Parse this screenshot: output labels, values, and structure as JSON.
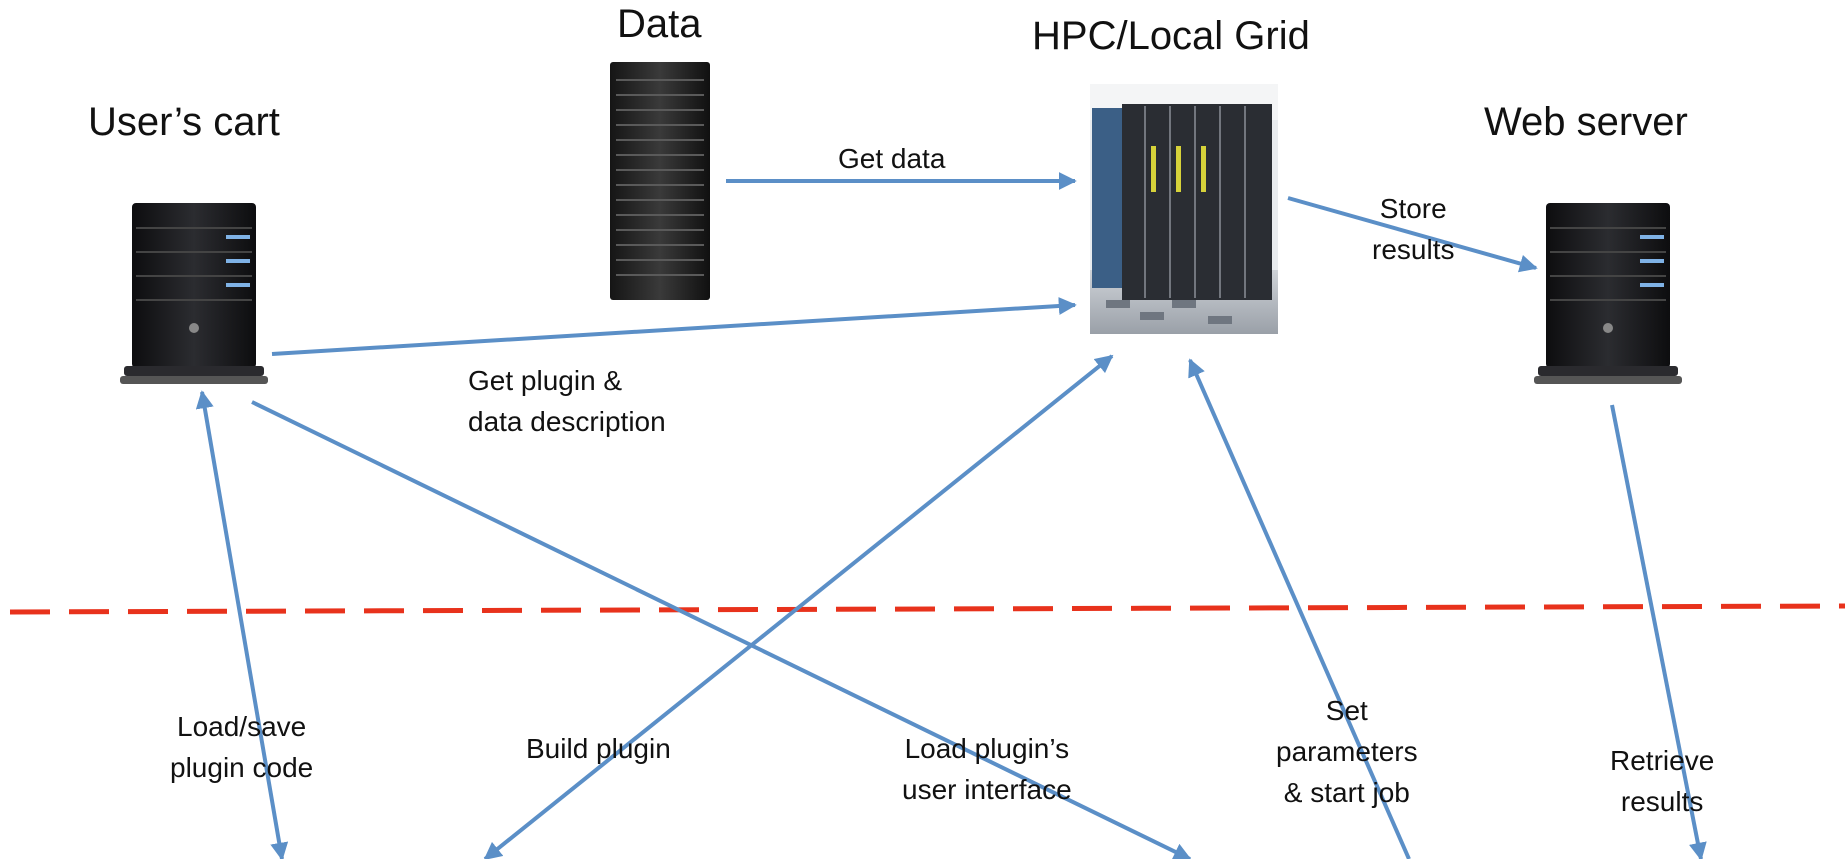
{
  "nodes": {
    "users_cart": {
      "title": "User’s cart",
      "icon": "tower-server-icon"
    },
    "data": {
      "title": "Data",
      "icon": "rack-storage-icon"
    },
    "hpc": {
      "title": "HPC/Local Grid",
      "icon": "server-room-icon"
    },
    "web_server": {
      "title": "Web server",
      "icon": "tower-server-icon"
    }
  },
  "edges": {
    "get_data": "Get data",
    "store_results": "Store\nresults",
    "get_plugin": "Get plugin &\ndata description",
    "load_save": "Load/save\nplugin code",
    "build_plugin": "Build plugin",
    "load_ui": "Load plugin’s\nuser interface",
    "set_params": "Set\nparameters\n& start job",
    "retrieve": "Retrieve\nresults"
  },
  "colors": {
    "arrow": "#5B8FC7",
    "boundary": "#E8321C",
    "server_body": "#1c1c1e",
    "server_led": "#7fb2e6"
  }
}
